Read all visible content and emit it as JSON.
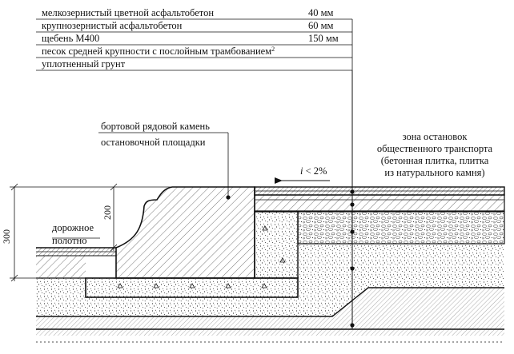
{
  "layers": [
    {
      "name": "мелкозернистый цветной асфальтобетон",
      "thickness": "40 мм"
    },
    {
      "name": "крупнозернистый асфальтобетон",
      "thickness": "60 мм"
    },
    {
      "name": "щебень  М400",
      "thickness": "150 мм"
    },
    {
      "name": "песок средней крупности с послойным трамбованием",
      "sup": "2",
      "thickness": ""
    },
    {
      "name": "уплотненный грунт",
      "thickness": ""
    }
  ],
  "labels": {
    "curb_line1": "бортовой рядовой камень",
    "curb_line2": "остановочной площадки",
    "zone_line1": "зона остановок",
    "zone_line2": "общественного транспорта",
    "zone_line3": "(бетонная плитка, плитка",
    "zone_line4": "из натурального камня)",
    "road_line1": "дорожное",
    "road_line2": "полотно",
    "slope_i": "i",
    "slope_rest": " < 2%",
    "dim_300": "300",
    "dim_200": "200"
  },
  "colors": {
    "line": "#111111",
    "hatch": "#444444",
    "gravel": "#666666"
  }
}
